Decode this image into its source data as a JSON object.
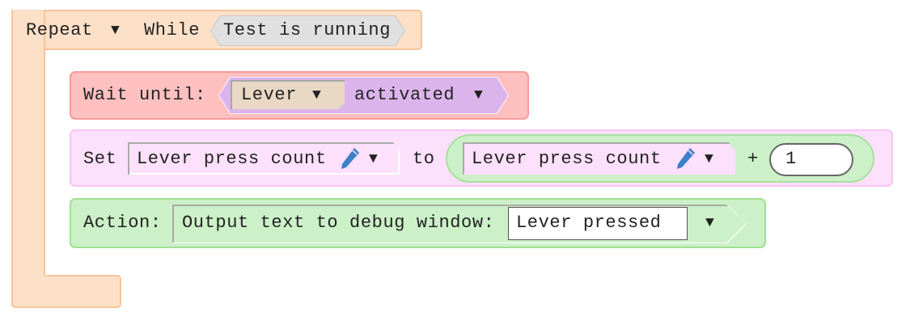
{
  "repeat_block": {
    "label": "Repeat",
    "mode": "While",
    "condition": "Test is running",
    "color": "#fde0c8"
  },
  "wait_block": {
    "label": "Wait until:",
    "object": "Lever",
    "state": "activated",
    "color": "#ffc0c0"
  },
  "set_block": {
    "label": "Set",
    "variable": "Lever press count",
    "to_label": "to",
    "expr_variable": "Lever press count",
    "operator": "+",
    "operand": "1",
    "color": "#fde0fb"
  },
  "action_block": {
    "label": "Action:",
    "action": "Output text to debug window:",
    "text_value": "Lever pressed",
    "color": "#ccf0c8"
  }
}
